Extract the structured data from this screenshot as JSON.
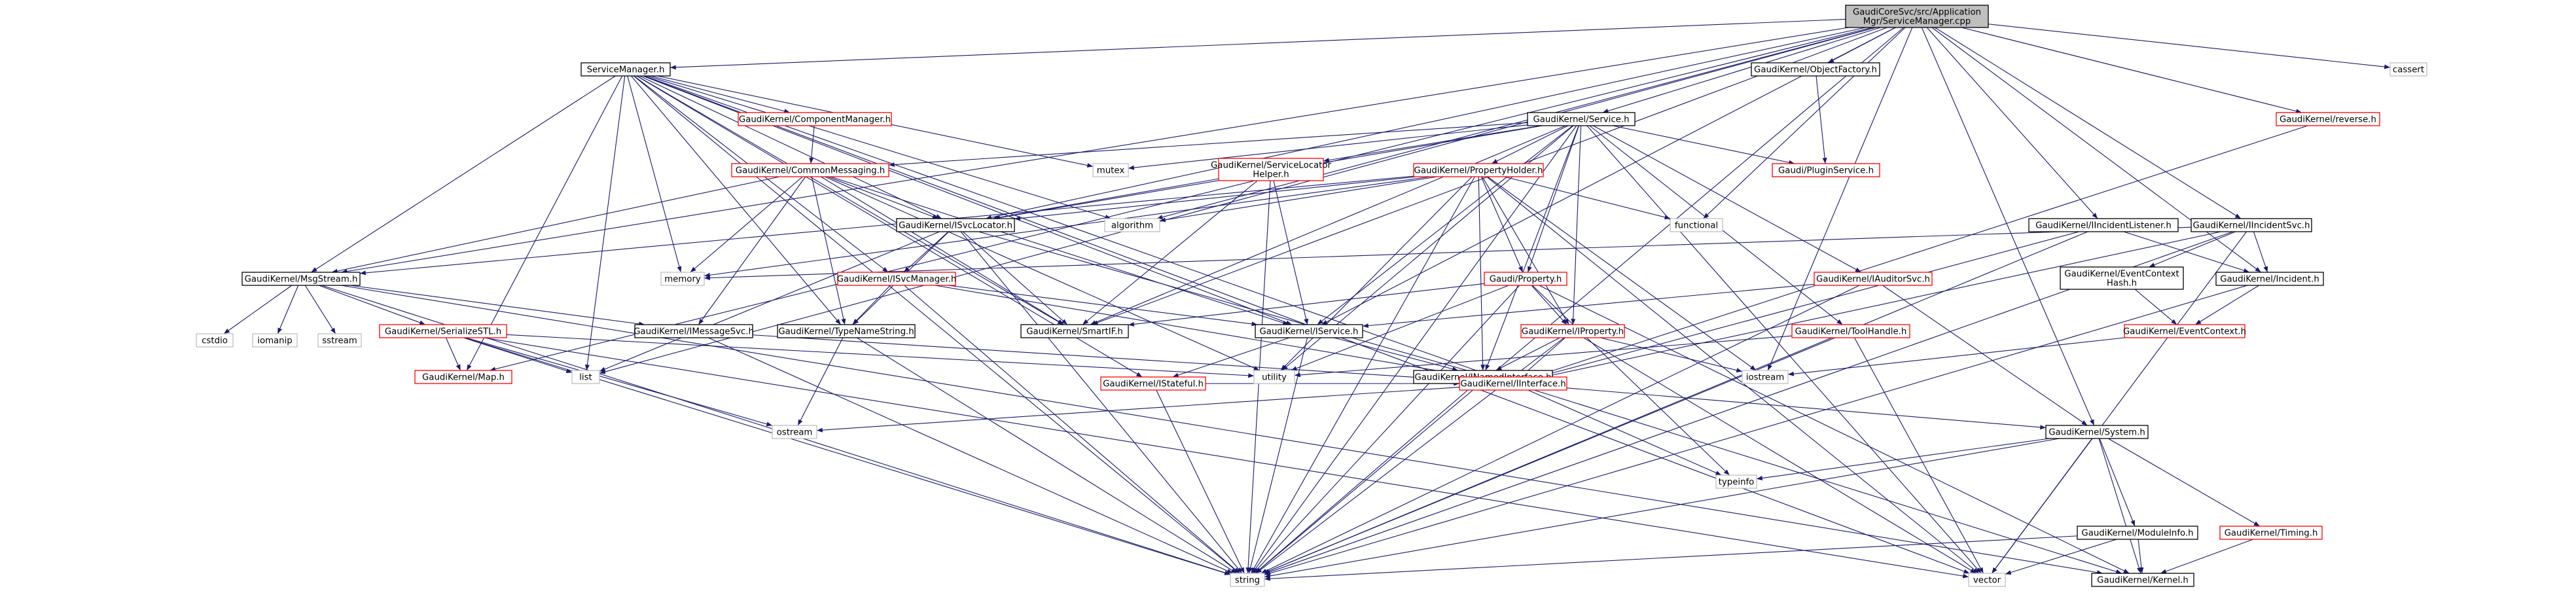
{
  "diagram": {
    "title": "Include dependency graph for ServiceManager.cpp",
    "colors": {
      "edge": "#191970",
      "root_fill": "#bfbfbf",
      "box_border": "#000000",
      "partial_border": "#ff0000",
      "system_border": "#bfbfbf"
    },
    "nodes": [
      {
        "id": "root",
        "lines": [
          "GaudiCoreSvc/src/Application",
          "Mgr/ServiceManager.cpp"
        ],
        "style": "root"
      },
      {
        "id": "svcmgr_h",
        "lines": [
          "ServiceManager.h"
        ],
        "style": "normal"
      },
      {
        "id": "objfactory",
        "lines": [
          "GaudiKernel/ObjectFactory.h"
        ],
        "style": "normal"
      },
      {
        "id": "cassert",
        "lines": [
          "cassert"
        ],
        "style": "system"
      },
      {
        "id": "reverse",
        "lines": [
          "GaudiKernel/reverse.h"
        ],
        "style": "partial"
      },
      {
        "id": "service_h",
        "lines": [
          "GaudiKernel/Service.h"
        ],
        "style": "normal"
      },
      {
        "id": "compmgr",
        "lines": [
          "GaudiKernel/ComponentManager.h"
        ],
        "style": "partial"
      },
      {
        "id": "commonmsg",
        "lines": [
          "GaudiKernel/CommonMessaging.h"
        ],
        "style": "partial"
      },
      {
        "id": "mutex",
        "lines": [
          "mutex"
        ],
        "style": "system"
      },
      {
        "id": "svclocatorhelper",
        "lines": [
          "GaudiKernel/ServiceLocator",
          "Helper.h"
        ],
        "style": "partial"
      },
      {
        "id": "propholder",
        "lines": [
          "GaudiKernel/PropertyHolder.h"
        ],
        "style": "partial"
      },
      {
        "id": "pluginservice",
        "lines": [
          "Gaudi/PluginService.h"
        ],
        "style": "partial"
      },
      {
        "id": "isvclocator",
        "lines": [
          "GaudiKernel/ISvcLocator.h"
        ],
        "style": "normal"
      },
      {
        "id": "algorithm",
        "lines": [
          "algorithm"
        ],
        "style": "system"
      },
      {
        "id": "functional",
        "lines": [
          "functional"
        ],
        "style": "system"
      },
      {
        "id": "iincidentlistener",
        "lines": [
          "GaudiKernel/IIncidentListener.h"
        ],
        "style": "normal"
      },
      {
        "id": "iincidentsvc",
        "lines": [
          "GaudiKernel/IIncidentSvc.h"
        ],
        "style": "normal"
      },
      {
        "id": "msgstream",
        "lines": [
          "GaudiKernel/MsgStream.h"
        ],
        "style": "normal"
      },
      {
        "id": "memory",
        "lines": [
          "memory"
        ],
        "style": "system"
      },
      {
        "id": "isvcmanager",
        "lines": [
          "GaudiKernel/ISvcManager.h"
        ],
        "style": "partial"
      },
      {
        "id": "gproperty",
        "lines": [
          "Gaudi/Property.h"
        ],
        "style": "partial"
      },
      {
        "id": "iauditorsvc",
        "lines": [
          "GaudiKernel/IAuditorSvc.h"
        ],
        "style": "partial"
      },
      {
        "id": "eventcontexthash",
        "lines": [
          "GaudiKernel/EventContext",
          "Hash.h"
        ],
        "style": "normal"
      },
      {
        "id": "incident",
        "lines": [
          "GaudiKernel/Incident.h"
        ],
        "style": "normal"
      },
      {
        "id": "cstdio",
        "lines": [
          "cstdio"
        ],
        "style": "system"
      },
      {
        "id": "iomanip",
        "lines": [
          "iomanip"
        ],
        "style": "system"
      },
      {
        "id": "sstream",
        "lines": [
          "sstream"
        ],
        "style": "system"
      },
      {
        "id": "serializestl",
        "lines": [
          "GaudiKernel/SerializeSTL.h"
        ],
        "style": "partial"
      },
      {
        "id": "imessagesvc",
        "lines": [
          "GaudiKernel/IMessageSvc.h"
        ],
        "style": "normal"
      },
      {
        "id": "typenamestring",
        "lines": [
          "GaudiKernel/TypeNameString.h"
        ],
        "style": "normal"
      },
      {
        "id": "smartif",
        "lines": [
          "GaudiKernel/SmartIF.h"
        ],
        "style": "normal"
      },
      {
        "id": "iservice",
        "lines": [
          "GaudiKernel/IService.h"
        ],
        "style": "normal"
      },
      {
        "id": "iproperty",
        "lines": [
          "GaudiKernel/IProperty.h"
        ],
        "style": "partial"
      },
      {
        "id": "toolhandle",
        "lines": [
          "GaudiKernel/ToolHandle.h"
        ],
        "style": "partial"
      },
      {
        "id": "eventcontext",
        "lines": [
          "GaudiKernel/EventContext.h"
        ],
        "style": "partial"
      },
      {
        "id": "map",
        "lines": [
          "GaudiKernel/Map.h"
        ],
        "style": "partial"
      },
      {
        "id": "list",
        "lines": [
          "list"
        ],
        "style": "system"
      },
      {
        "id": "istateful",
        "lines": [
          "GaudiKernel/IStateful.h"
        ],
        "style": "partial"
      },
      {
        "id": "utility",
        "lines": [
          "utility"
        ],
        "style": "system"
      },
      {
        "id": "inamedinterface",
        "lines": [
          "GaudiKernel/INamedInterface.h"
        ],
        "style": "normal"
      },
      {
        "id": "iostream",
        "lines": [
          "iostream"
        ],
        "style": "system"
      },
      {
        "id": "iinterface",
        "lines": [
          "GaudiKernel/IInterface.h"
        ],
        "style": "partial"
      },
      {
        "id": "ostream",
        "lines": [
          "ostream"
        ],
        "style": "system"
      },
      {
        "id": "system",
        "lines": [
          "GaudiKernel/System.h"
        ],
        "style": "normal"
      },
      {
        "id": "typeinfo",
        "lines": [
          "typeinfo"
        ],
        "style": "system"
      },
      {
        "id": "moduleinfo",
        "lines": [
          "GaudiKernel/ModuleInfo.h"
        ],
        "style": "normal"
      },
      {
        "id": "timing",
        "lines": [
          "GaudiKernel/Timing.h"
        ],
        "style": "partial"
      },
      {
        "id": "string",
        "lines": [
          "string"
        ],
        "style": "system"
      },
      {
        "id": "vector",
        "lines": [
          "vector"
        ],
        "style": "system"
      },
      {
        "id": "kernel",
        "lines": [
          "GaudiKernel/Kernel.h"
        ],
        "style": "normal"
      }
    ],
    "edges": [
      [
        "root",
        "svcmgr_h"
      ],
      [
        "root",
        "objfactory"
      ],
      [
        "root",
        "cassert"
      ],
      [
        "root",
        "reverse"
      ],
      [
        "root",
        "service_h"
      ],
      [
        "root",
        "iincidentlistener"
      ],
      [
        "root",
        "iincidentsvc"
      ],
      [
        "root",
        "msgstream"
      ],
      [
        "root",
        "algorithm"
      ],
      [
        "root",
        "functional"
      ],
      [
        "root",
        "smartif"
      ],
      [
        "root",
        "iservice"
      ],
      [
        "root",
        "iostream"
      ],
      [
        "root",
        "system"
      ],
      [
        "root",
        "string"
      ],
      [
        "root",
        "map"
      ],
      [
        "root",
        "list"
      ],
      [
        "root",
        "isvclocator"
      ],
      [
        "root",
        "incident"
      ],
      [
        "svcmgr_h",
        "compmgr"
      ],
      [
        "svcmgr_h",
        "mutex"
      ],
      [
        "svcmgr_h",
        "algorithm"
      ],
      [
        "svcmgr_h",
        "isvclocator"
      ],
      [
        "svcmgr_h",
        "memory"
      ],
      [
        "svcmgr_h",
        "isvcmanager"
      ],
      [
        "svcmgr_h",
        "msgstream"
      ],
      [
        "svcmgr_h",
        "map"
      ],
      [
        "svcmgr_h",
        "list"
      ],
      [
        "svcmgr_h",
        "smartif"
      ],
      [
        "svcmgr_h",
        "iservice"
      ],
      [
        "svcmgr_h",
        "iinterface"
      ],
      [
        "svcmgr_h",
        "istateful"
      ],
      [
        "svcmgr_h",
        "string"
      ],
      [
        "svcmgr_h",
        "vector"
      ],
      [
        "svcmgr_h",
        "typenamestring"
      ],
      [
        "objfactory",
        "pluginservice"
      ],
      [
        "reverse",
        "iinterface"
      ],
      [
        "compmgr",
        "commonmsg"
      ],
      [
        "commonmsg",
        "msgstream"
      ],
      [
        "commonmsg",
        "isvclocator"
      ],
      [
        "commonmsg",
        "imessagesvc"
      ],
      [
        "commonmsg",
        "memory"
      ],
      [
        "commonmsg",
        "typenamestring"
      ],
      [
        "commonmsg",
        "smartif"
      ],
      [
        "commonmsg",
        "iservice"
      ],
      [
        "commonmsg",
        "utility"
      ],
      [
        "service_h",
        "commonmsg"
      ],
      [
        "service_h",
        "mutex"
      ],
      [
        "service_h",
        "svclocatorhelper"
      ],
      [
        "service_h",
        "propholder"
      ],
      [
        "service_h",
        "pluginservice"
      ],
      [
        "service_h",
        "isvclocator"
      ],
      [
        "service_h",
        "gproperty"
      ],
      [
        "service_h",
        "iauditorsvc"
      ],
      [
        "service_h",
        "iproperty"
      ],
      [
        "service_h",
        "toolhandle"
      ],
      [
        "service_h",
        "iservice"
      ],
      [
        "service_h",
        "smartif"
      ],
      [
        "service_h",
        "string"
      ],
      [
        "service_h",
        "vector"
      ],
      [
        "service_h",
        "utility"
      ],
      [
        "service_h",
        "inamedinterface"
      ],
      [
        "svclocatorhelper",
        "isvclocator"
      ],
      [
        "svclocatorhelper",
        "smartif"
      ],
      [
        "svclocatorhelper",
        "string"
      ],
      [
        "svclocatorhelper",
        "iservice"
      ],
      [
        "propholder",
        "algorithm"
      ],
      [
        "propholder",
        "functional"
      ],
      [
        "propholder",
        "gproperty"
      ],
      [
        "propholder",
        "iproperty"
      ],
      [
        "propholder",
        "isvclocator"
      ],
      [
        "propholder",
        "memory"
      ],
      [
        "propholder",
        "msgstream"
      ],
      [
        "propholder",
        "inamedinterface"
      ],
      [
        "propholder",
        "iostream"
      ],
      [
        "propholder",
        "utility"
      ],
      [
        "propholder",
        "vector"
      ],
      [
        "propholder",
        "string"
      ],
      [
        "isvclocator",
        "isvcmanager"
      ],
      [
        "isvclocator",
        "iinterface"
      ],
      [
        "isvclocator",
        "smartif"
      ],
      [
        "isvclocator",
        "list"
      ],
      [
        "isvclocator",
        "string"
      ],
      [
        "isvclocator",
        "typenamestring"
      ],
      [
        "iincidentlistener",
        "iinterface"
      ],
      [
        "iincidentlistener",
        "incident"
      ],
      [
        "iincidentlistener",
        "string"
      ],
      [
        "iincidentsvc",
        "iinterface"
      ],
      [
        "iincidentsvc",
        "incident"
      ],
      [
        "iincidentsvc",
        "eventcontexthash"
      ],
      [
        "iincidentsvc",
        "memory"
      ],
      [
        "iincidentsvc",
        "string"
      ],
      [
        "iincidentsvc",
        "vector"
      ],
      [
        "msgstream",
        "cstdio"
      ],
      [
        "msgstream",
        "iomanip"
      ],
      [
        "msgstream",
        "sstream"
      ],
      [
        "msgstream",
        "serializestl"
      ],
      [
        "msgstream",
        "imessagesvc"
      ],
      [
        "msgstream",
        "string"
      ],
      [
        "msgstream",
        "kernel"
      ],
      [
        "isvcmanager",
        "iservice"
      ],
      [
        "isvcmanager",
        "typenamestring"
      ],
      [
        "isvcmanager",
        "string"
      ],
      [
        "isvcmanager",
        "iinterface"
      ],
      [
        "gproperty",
        "iproperty"
      ],
      [
        "gproperty",
        "smartif"
      ],
      [
        "gproperty",
        "string"
      ],
      [
        "gproperty",
        "typeinfo"
      ],
      [
        "gproperty",
        "utility"
      ],
      [
        "gproperty",
        "kernel"
      ],
      [
        "iauditorsvc",
        "iservice"
      ],
      [
        "iauditorsvc",
        "system"
      ],
      [
        "iauditorsvc",
        "string"
      ],
      [
        "eventcontexthash",
        "eventcontext"
      ],
      [
        "incident",
        "eventcontext"
      ],
      [
        "incident",
        "string"
      ],
      [
        "serializestl",
        "map"
      ],
      [
        "serializestl",
        "list"
      ],
      [
        "serializestl",
        "ostream"
      ],
      [
        "serializestl",
        "vector"
      ],
      [
        "serializestl",
        "string"
      ],
      [
        "serializestl",
        "utility"
      ],
      [
        "imessagesvc",
        "iinterface"
      ],
      [
        "imessagesvc",
        "string"
      ],
      [
        "typenamestring",
        "string"
      ],
      [
        "typenamestring",
        "ostream"
      ],
      [
        "iservice",
        "inamedinterface"
      ],
      [
        "iservice",
        "istateful"
      ],
      [
        "iservice",
        "string"
      ],
      [
        "iproperty",
        "inamedinterface"
      ],
      [
        "iproperty",
        "iinterface"
      ],
      [
        "iproperty",
        "iostream"
      ],
      [
        "iproperty",
        "string"
      ],
      [
        "iproperty",
        "vector"
      ],
      [
        "toolhandle",
        "utility"
      ],
      [
        "toolhandle",
        "string"
      ],
      [
        "toolhandle",
        "vector"
      ],
      [
        "eventcontext",
        "iostream"
      ],
      [
        "istateful",
        "iinterface"
      ],
      [
        "istateful",
        "string"
      ],
      [
        "inamedinterface",
        "iinterface"
      ],
      [
        "inamedinterface",
        "string"
      ],
      [
        "iinterface",
        "ostream"
      ],
      [
        "iinterface",
        "system"
      ],
      [
        "iinterface",
        "typeinfo"
      ],
      [
        "iinterface",
        "kernel"
      ],
      [
        "system",
        "typeinfo"
      ],
      [
        "system",
        "moduleinfo"
      ],
      [
        "system",
        "timing"
      ],
      [
        "system",
        "string"
      ],
      [
        "system",
        "vector"
      ],
      [
        "system",
        "kernel"
      ],
      [
        "moduleinfo",
        "kernel"
      ],
      [
        "moduleinfo",
        "string"
      ],
      [
        "moduleinfo",
        "vector"
      ],
      [
        "timing",
        "kernel"
      ]
    ]
  }
}
